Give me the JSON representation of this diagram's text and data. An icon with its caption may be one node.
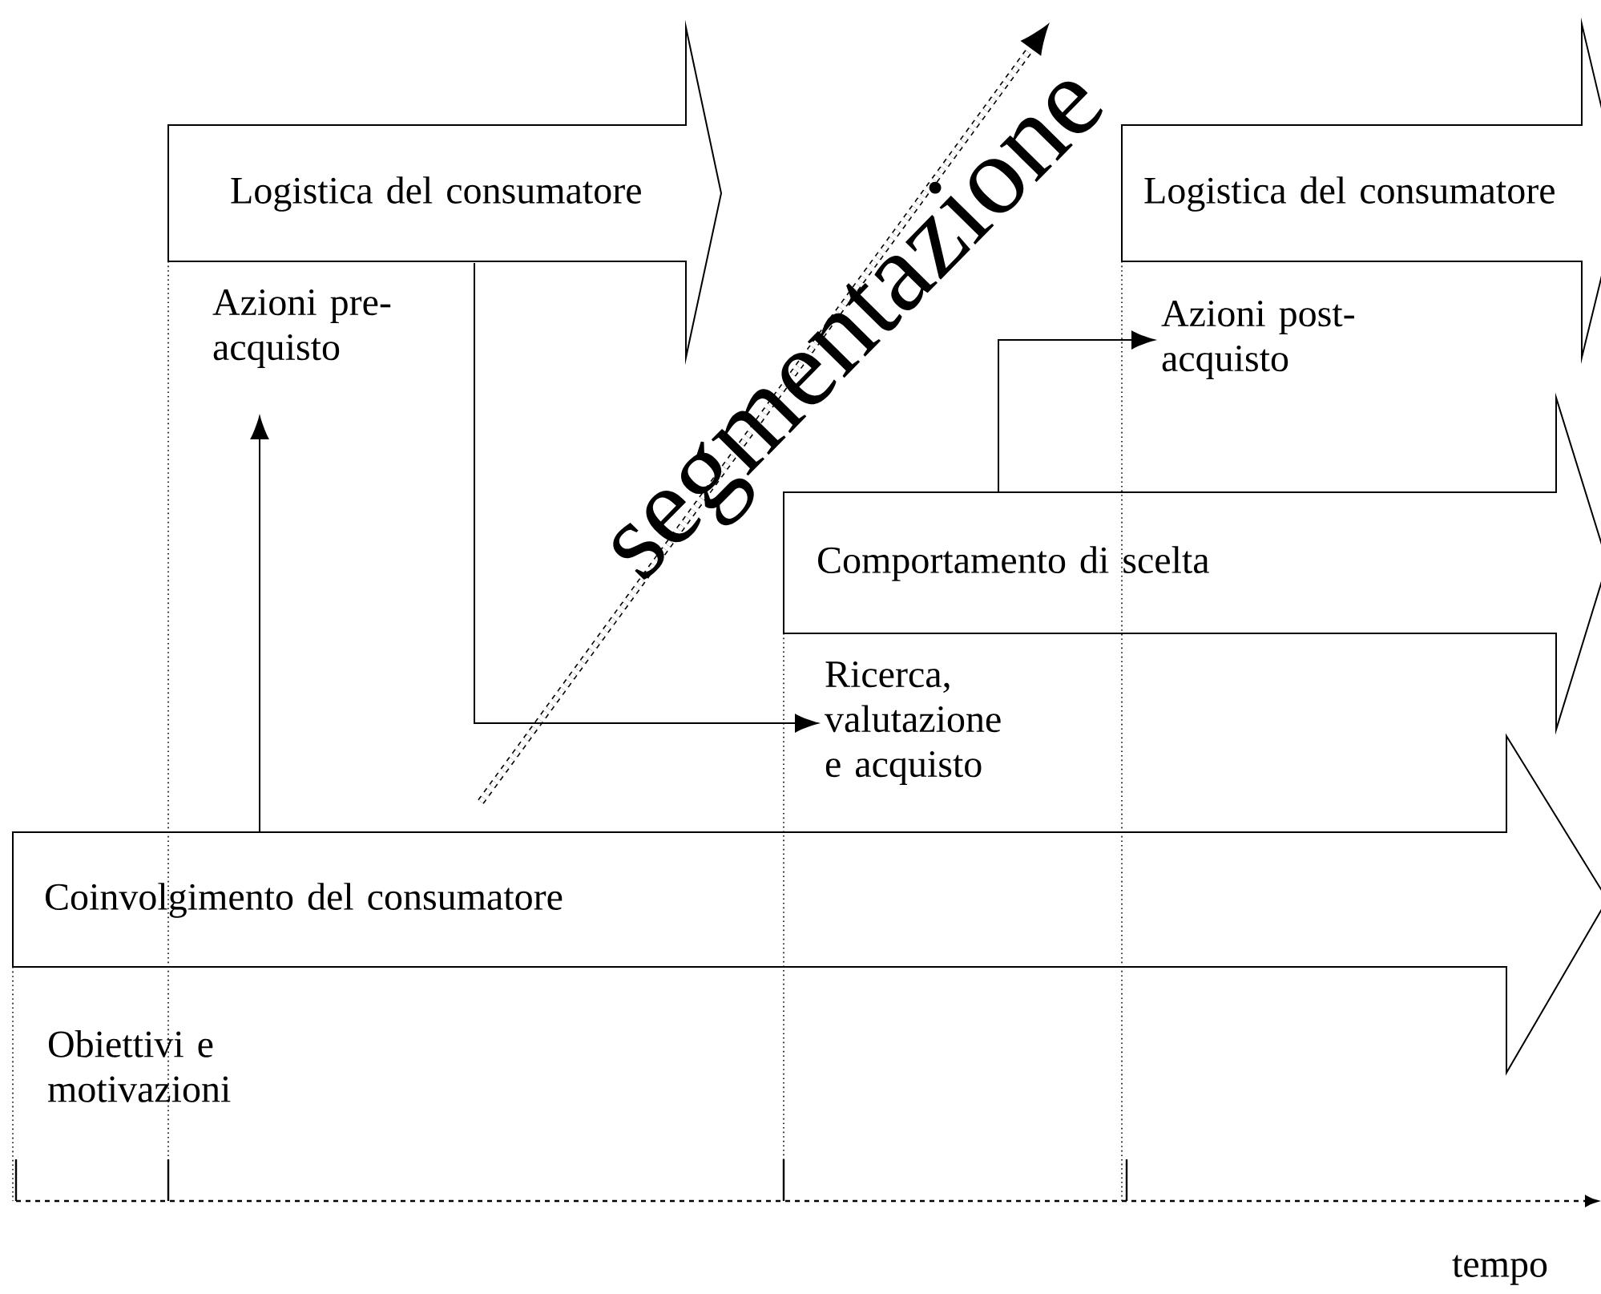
{
  "diagram": {
    "nodes": [
      {
        "text": [
          "Logistica del consumatore"
        ]
      },
      {
        "text": [
          "Logistica del consumatore"
        ]
      },
      {
        "text": [
          "Azioni pre-acquisto"
        ]
      },
      {
        "text": [
          "Azioni post-acquisto"
        ]
      },
      {
        "text": [
          "Comportamento di scelta"
        ]
      },
      {
        "text": [
          "Ricerca, valutazione e acquisto"
        ]
      },
      {
        "text": [
          "Coinvolgimento del consumatore"
        ]
      },
      {
        "text": [
          "Obiettivi e motivazioni"
        ]
      }
    ],
    "edges": [
      {
        "from": 6,
        "to": 2,
        "arrow": "to"
      },
      {
        "from": 0,
        "to": 5,
        "arrow": "to"
      },
      {
        "from": 4,
        "to": 3,
        "arrow": "to"
      }
    ],
    "labels": [
      "segmentazione",
      "tempo"
    ]
  }
}
